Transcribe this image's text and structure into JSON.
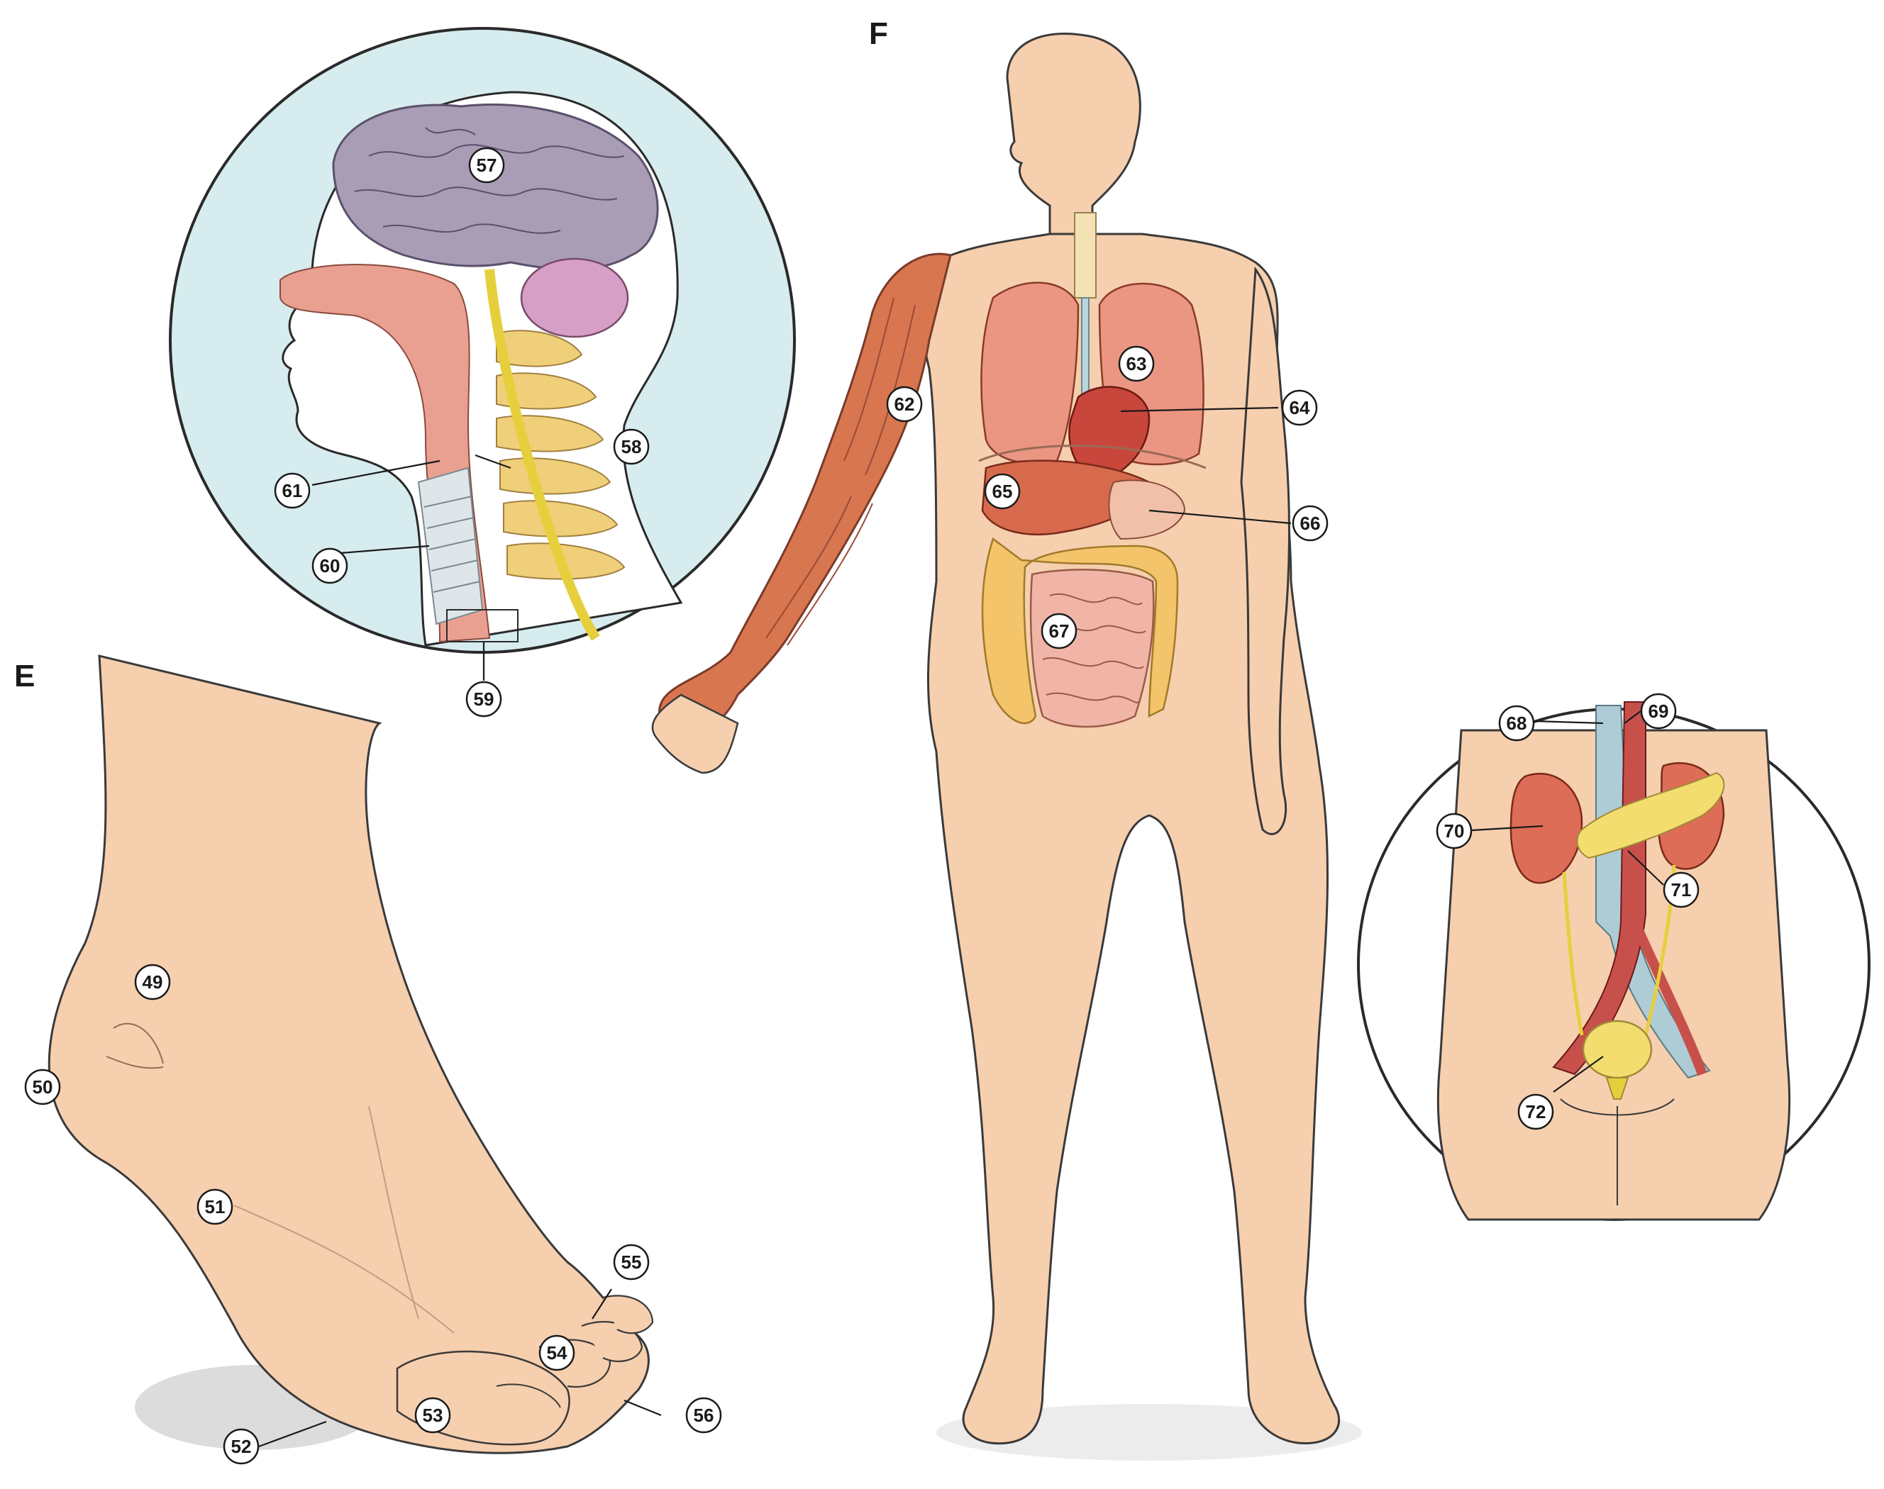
{
  "sections": {
    "foot": "E",
    "body": "F"
  },
  "callouts": [
    {
      "id": "49",
      "text": "49"
    },
    {
      "id": "50",
      "text": "50"
    },
    {
      "id": "51",
      "text": "51"
    },
    {
      "id": "52",
      "text": "52"
    },
    {
      "id": "53",
      "text": "53"
    },
    {
      "id": "54",
      "text": "54"
    },
    {
      "id": "55",
      "text": "55"
    },
    {
      "id": "56",
      "text": "56"
    },
    {
      "id": "57",
      "text": "57"
    },
    {
      "id": "58",
      "text": "58"
    },
    {
      "id": "59",
      "text": "59"
    },
    {
      "id": "60",
      "text": "60"
    },
    {
      "id": "61",
      "text": "61"
    },
    {
      "id": "62",
      "text": "62"
    },
    {
      "id": "63",
      "text": "63"
    },
    {
      "id": "64",
      "text": "64"
    },
    {
      "id": "65",
      "text": "65"
    },
    {
      "id": "66",
      "text": "66"
    },
    {
      "id": "67",
      "text": "67"
    },
    {
      "id": "68",
      "text": "68"
    },
    {
      "id": "69",
      "text": "69"
    },
    {
      "id": "70",
      "text": "70"
    },
    {
      "id": "71",
      "text": "71"
    },
    {
      "id": "72",
      "text": "72"
    }
  ],
  "colors": {
    "skin": "#f6cfae",
    "skin_outline": "#3a3a3a",
    "inset_background": "#d7ecef",
    "brain": "#a89db5",
    "cerebellum": "#d59fc6",
    "nerve": "#e6cf3c",
    "vertebra": "#f0cf7a",
    "airway": "#eaa091",
    "lung": "#ea9683",
    "heart": "#c9463c",
    "liver": "#d76a4d",
    "intestine": "#f0b5a6",
    "colon": "#f3c46a",
    "muscle": "#d7764f",
    "kidney": "#dd6d56",
    "artery": "#c8504b",
    "vein": "#aeccd6",
    "bladder": "#f3dd6e",
    "trachea": "#b8d6de"
  }
}
